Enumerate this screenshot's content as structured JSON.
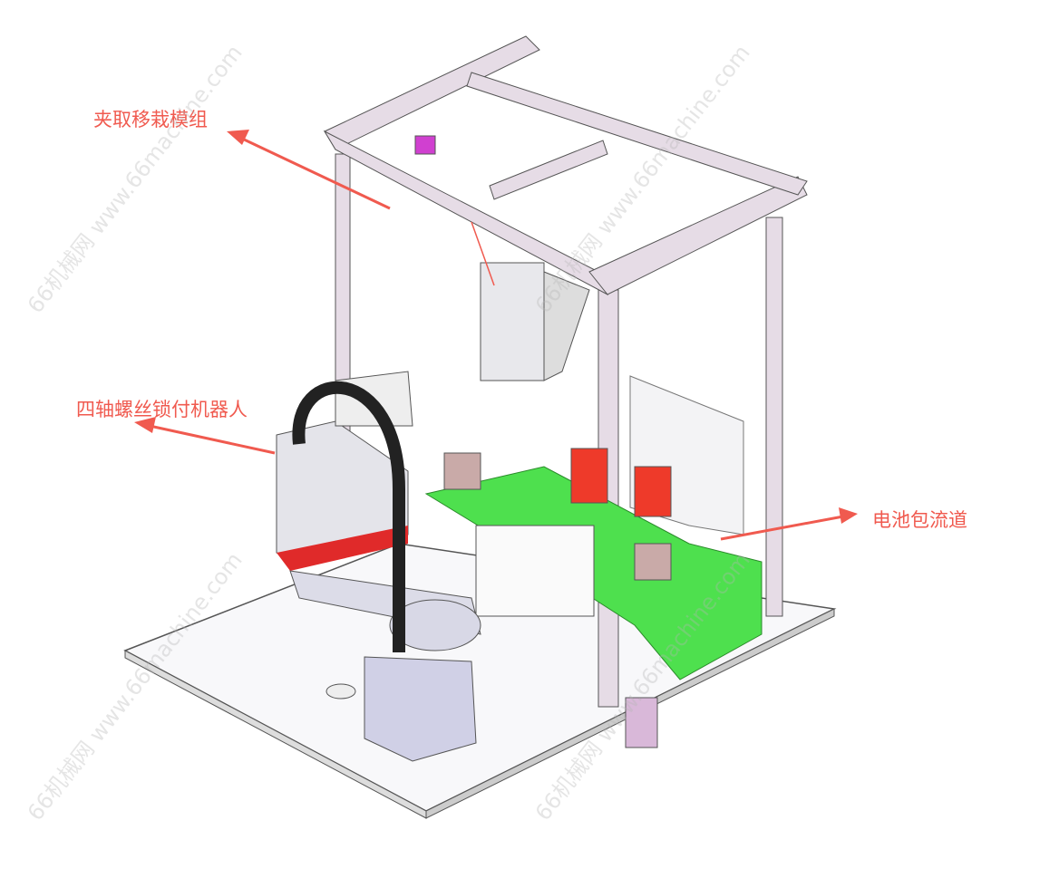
{
  "annotations": {
    "gripper_module": "夹取移栽模组",
    "scara_robot": "四轴螺丝锁付机器人",
    "battery_conveyor": "电池包流道"
  },
  "watermark": "66机械网 www.66machine.com",
  "colors": {
    "annotation": "#f05a4f",
    "conveyor": "#4ee04e",
    "frame": "#e6dce6"
  }
}
